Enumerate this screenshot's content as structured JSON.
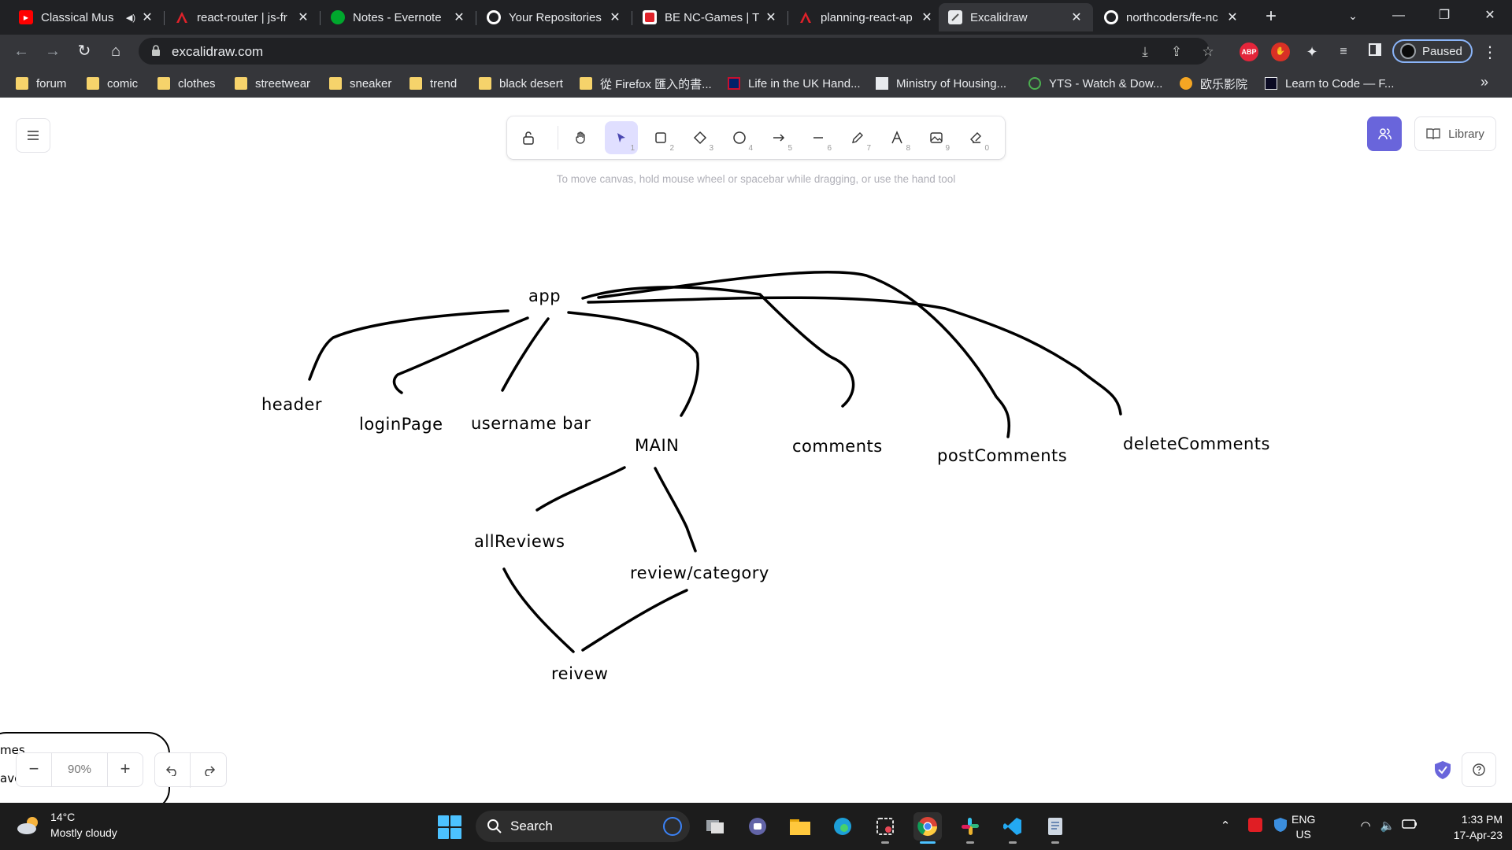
{
  "browser": {
    "tabs": [
      {
        "label": "Classical Mus",
        "close": "✕",
        "audio": "◀)"
      },
      {
        "label": "react-router | js-fr",
        "close": "✕"
      },
      {
        "label": "Notes - Evernote",
        "close": "✕"
      },
      {
        "label": "Your Repositories",
        "close": "✕"
      },
      {
        "label": "BE NC-Games | Tr",
        "close": "✕"
      },
      {
        "label": "planning-react-ap",
        "close": "✕"
      },
      {
        "label": "Excalidraw",
        "close": "✕"
      },
      {
        "label": "northcoders/fe-nc",
        "close": "✕"
      }
    ],
    "url": "excalidraw.com",
    "profile_label": "Paused",
    "extension_abp": "ABP",
    "bookmarks": [
      {
        "label": "forum"
      },
      {
        "label": "comic"
      },
      {
        "label": "clothes"
      },
      {
        "label": "streetwear"
      },
      {
        "label": "sneaker"
      },
      {
        "label": "trend"
      },
      {
        "label": "black desert"
      },
      {
        "label": "從 Firefox 匯入的書..."
      },
      {
        "label": "Life in the UK Hand..."
      },
      {
        "label": "Ministry of Housing..."
      },
      {
        "label": "YTS - Watch & Dow..."
      },
      {
        "label": "欧乐影院"
      },
      {
        "label": "Learn to Code — F..."
      }
    ],
    "bookmarks_more": "»"
  },
  "excalidraw": {
    "hint": "To move canvas, hold mouse wheel or spacebar while dragging, or use the hand tool",
    "tools": [
      {
        "name": "lock",
        "num": ""
      },
      {
        "name": "hand",
        "num": ""
      },
      {
        "name": "selection",
        "num": "1"
      },
      {
        "name": "rectangle",
        "num": "2"
      },
      {
        "name": "diamond",
        "num": "3"
      },
      {
        "name": "ellipse",
        "num": "4"
      },
      {
        "name": "arrow",
        "num": "5"
      },
      {
        "name": "line",
        "num": "6"
      },
      {
        "name": "draw",
        "num": "7"
      },
      {
        "name": "text",
        "num": "8"
      },
      {
        "name": "image",
        "num": "9"
      },
      {
        "name": "eraser",
        "num": "0"
      }
    ],
    "library_label": "Library",
    "zoom": "90%",
    "zoom_minus": "−",
    "zoom_plus": "+",
    "partial_text_1": "mes",
    "partial_text_2": "ave",
    "nodes": {
      "app": "app",
      "header": "header",
      "loginPage": "loginPage",
      "username_bar": "username bar",
      "main": "MAIN",
      "comments": "comments",
      "postComments": "postComments",
      "deleteComments": "deleteComments",
      "allReviews": "allReviews",
      "review_category": "review/category",
      "reivew": "reivew"
    }
  },
  "taskbar": {
    "temperature": "14°C",
    "weather": "Mostly cloudy",
    "search_label": "Search",
    "lang_1": "ENG",
    "lang_2": "US",
    "time": "1:33 PM",
    "date": "17-Apr-23"
  },
  "colors": {
    "accent": "#6965db",
    "selected_tool_bg": "#e0dfff",
    "chrome_dark": "#202124",
    "chrome_toolbar": "#35363a",
    "taskbar": "#1c1c1c"
  }
}
